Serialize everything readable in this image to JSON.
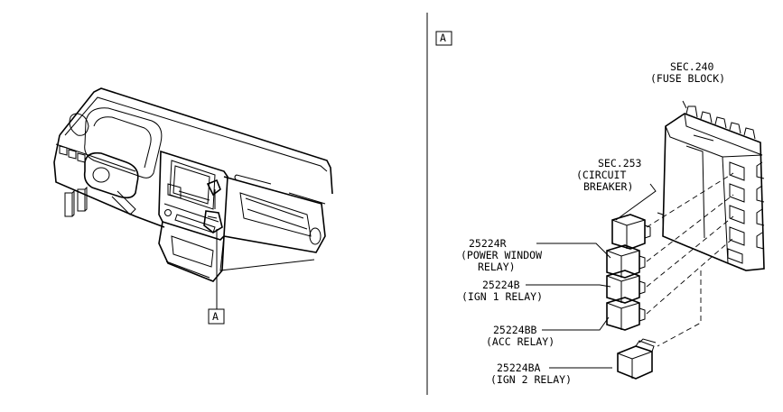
{
  "callouts": {
    "left_ref": "A",
    "right_ref": "A"
  },
  "labels": {
    "fuse_block_sec": "SEC.240",
    "fuse_block_name": "(FUSE BLOCK)",
    "circuit_breaker_sec": "SEC.253",
    "circuit_breaker_name_1": "(CIRCUIT",
    "circuit_breaker_name_2": "BREAKER)",
    "pw_relay_part": "25224R",
    "pw_relay_name_1": "(POWER WINDOW",
    "pw_relay_name_2": "RELAY)",
    "ign1_part": "25224B",
    "ign1_name": "(IGN 1 RELAY)",
    "acc_part": "25224BB",
    "acc_name": "(ACC RELAY)",
    "ign2_part": "25224BA",
    "ign2_name": "(IGN 2 RELAY)"
  }
}
